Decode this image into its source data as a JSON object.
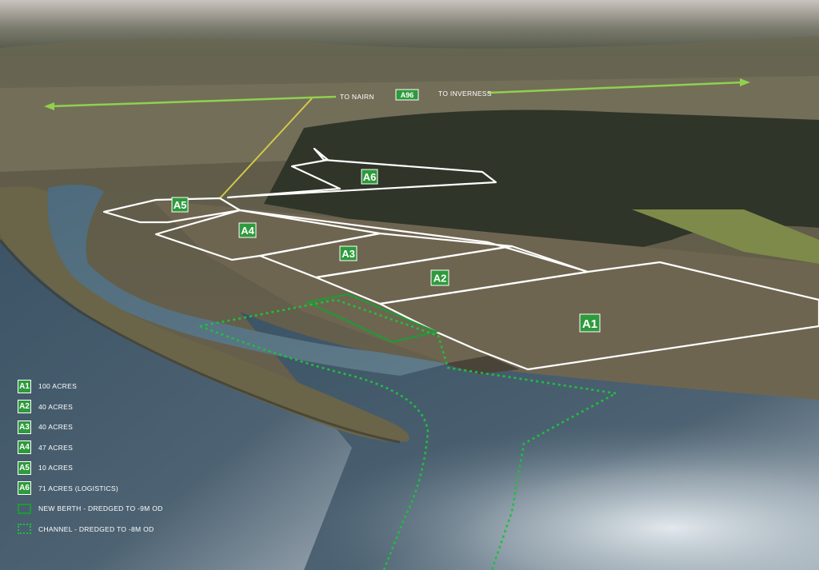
{
  "road": {
    "left_label": "TO NAIRN",
    "right_label": "TO INVERNESS",
    "badge": "A96",
    "color": "#8fd14f"
  },
  "plots": [
    {
      "id": "A1",
      "area": "100 ACRES"
    },
    {
      "id": "A2",
      "area": "40 ACRES"
    },
    {
      "id": "A3",
      "area": "40 ACRES"
    },
    {
      "id": "A4",
      "area": "47 ACRES"
    },
    {
      "id": "A5",
      "area": "10 ACRES"
    },
    {
      "id": "A6",
      "area": "71 ACRES (LOGISTICS)"
    }
  ],
  "legend_lines": [
    {
      "style": "solid",
      "label": "NEW BERTH - DREDGED TO -9M OD"
    },
    {
      "style": "dotted",
      "label": "CHANNEL - DREDGED TO -8M OD"
    }
  ],
  "colors": {
    "plot_badge": "#2e9a3c",
    "plot_outline": "#ffffff",
    "berth_outline": "#1f9a35",
    "channel_outline": "#1fbf3c",
    "connector": "#d6c94a"
  }
}
